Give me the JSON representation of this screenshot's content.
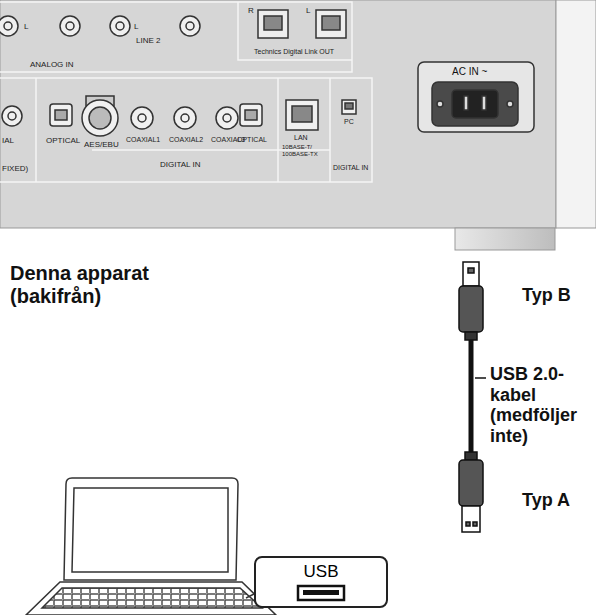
{
  "diagram": {
    "nodes": [
      {
        "text": [
          "USB"
        ]
      }
    ],
    "edges": [],
    "labels": [
      "Denna apparat (bakifrån)",
      "Typ B",
      "USB 2.0-kabel (medföljer inte)",
      "Typ A",
      "LINE 2",
      "L",
      "L",
      "ANALOG IN",
      "R",
      "L",
      "Technics Digital Link OUT",
      "AC IN ~",
      "IAL",
      "OPTICAL",
      "AES/EBU",
      "COAXIAL1",
      "COAXIAL2",
      "COAXIAL3",
      "OPTICAL",
      "LAN",
      "10BASE-T/ 100BASE-TX",
      "PC",
      "FIXED)",
      "DIGITAL IN",
      "DIGITAL IN"
    ]
  }
}
